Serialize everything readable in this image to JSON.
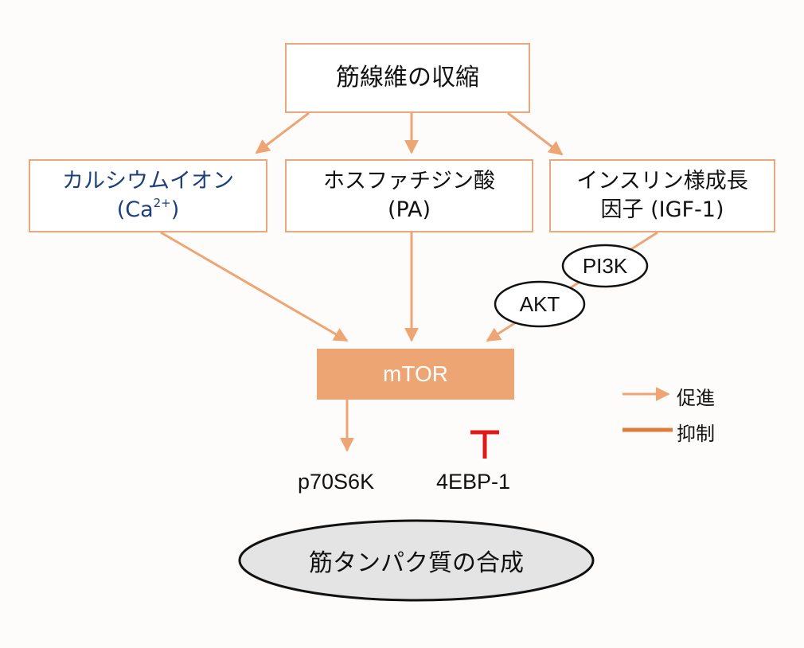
{
  "diagram": {
    "top_node": "筋線維の収縮",
    "middle_nodes": [
      {
        "line1": "カルシウムイオン",
        "line2_prefix": "(Ca",
        "line2_sup": "2+",
        "line2_suffix": ")"
      },
      {
        "line1": "ホスファチジン酸",
        "line2": "(PA)"
      },
      {
        "line1": "インスリン様成長",
        "line2": "因子 (IGF-1)"
      }
    ],
    "pathway_nodes": [
      "PI3K",
      "AKT"
    ],
    "center_node": "mTOR",
    "targets": [
      "p70S6K",
      "4EBP-1"
    ],
    "result_node": "筋タンパク質の合成",
    "legend": {
      "promote": "促進",
      "inhibit": "抑制"
    },
    "colors": {
      "arrow": "#eea574",
      "box_border": "#e8a87c",
      "inhibit_legend": "#e07b39",
      "inhibit_mark": "#e01818",
      "calcium_text": "#1d3f7a",
      "result_fill": "#e4e4e4"
    }
  }
}
